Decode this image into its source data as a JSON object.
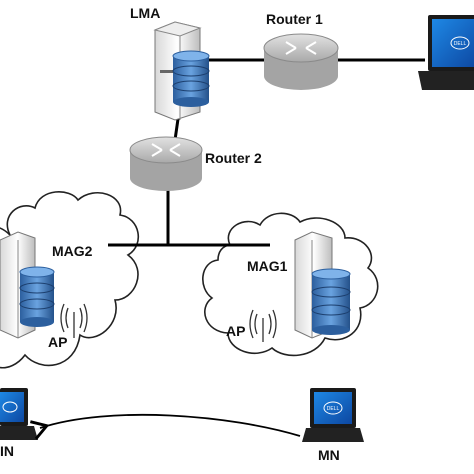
{
  "labels": {
    "lma": "LMA",
    "router1": "Router 1",
    "router2": "Router 2",
    "mag1": "MAG1",
    "mag2": "MAG2",
    "ap_left": "AP",
    "ap_right": "AP",
    "mn": "MN",
    "mn_cut": "IN"
  },
  "icons": {
    "server": "server-with-database-icon",
    "router": "router-icon",
    "laptop": "laptop-icon",
    "antenna": "wireless-antenna-icon",
    "cloud": "cloud-icon",
    "arrow": "movement-arrow"
  },
  "colors": {
    "cloud_fill": "#ffffff",
    "cloud_stroke": "#222222",
    "router_body": "#c9c9c9",
    "database_blue": "#3a78c2",
    "line": "#000000"
  },
  "logo_text": {
    "laptop_logo": "DELL"
  }
}
